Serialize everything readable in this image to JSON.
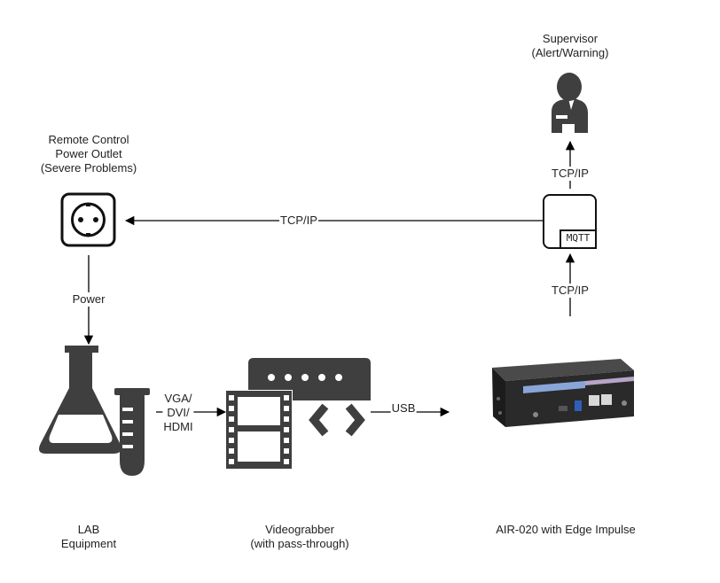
{
  "nodes": {
    "supervisor": {
      "lines": [
        "Supervisor",
        "(Alert/Warning)"
      ],
      "icon": "person-icon"
    },
    "power_outlet": {
      "lines": [
        "Remote Control",
        "Power Outlet",
        "(Severe Problems)"
      ],
      "icon": "power-socket-icon"
    },
    "mqtt_broker": {
      "label": "MQTT",
      "icon": "mqtt-box-icon"
    },
    "lab_equipment": {
      "lines": [
        "LAB",
        "Equipment"
      ],
      "icon": "lab-flask-icon"
    },
    "videograbber": {
      "lines": [
        "Videograbber",
        "(with pass-through)"
      ],
      "icon": "videograbber-icon"
    },
    "air020": {
      "label": "AIR-020 with Edge Impulse",
      "icon": "mini-pc-icon"
    }
  },
  "edges": {
    "mqtt_to_supervisor": "TCP/IP",
    "mqtt_to_outlet": "TCP/IP",
    "air_to_mqtt": "TCP/IP",
    "outlet_to_lab": "Power",
    "lab_to_grabber": [
      "VGA/",
      "DVI/",
      "HDMI"
    ],
    "grabber_to_air": "USB"
  },
  "colors": {
    "icon_gray": "#3f3f3f",
    "line": "#000000",
    "device_body": "#2a2a2a"
  }
}
